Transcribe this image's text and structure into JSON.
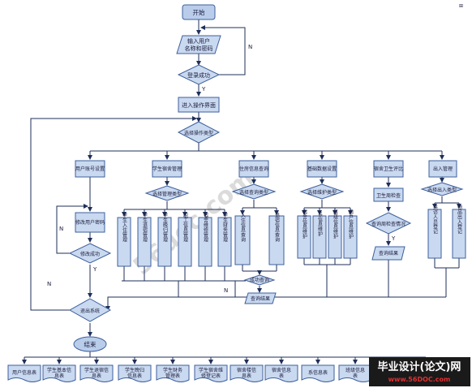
{
  "flow": {
    "start": "开始",
    "login_input": "输入用户名称和密码",
    "login_check": "登录成功",
    "enter_ui": "进入操作界面",
    "select_op": "选择操作类型",
    "modules": [
      "用户账号设置",
      "学生宿舍管理",
      "住房信息查询",
      "基础数据设置",
      "宿舍卫生评比",
      "出入管理"
    ],
    "modify_pwd": "修改用户密码",
    "modify_ok": "修改成功",
    "exit": "退出系统",
    "end": "结束",
    "select_mgmt": "选择管理类型",
    "student_subs": [
      "学生入住管理",
      "学生退宿管理",
      "学生晚归管理",
      "职工信息管理",
      "宿舍维修管理",
      "学生财务管理"
    ],
    "select_query": "选择查询类型",
    "query_subs": [
      "入住信息查询",
      "退宿信息查询"
    ],
    "query_ok": "成功查询",
    "query_result": "查询结果",
    "select_data": "选择维护类型",
    "data_subs": [
      "宿舍信息维护",
      "系信息维护",
      "班级信息维护",
      "用户信息维护"
    ],
    "hygiene_check": "卫生周检查",
    "hygiene_query": "查询周检查情况",
    "hygiene_result": "查询结果",
    "select_access": "选择出入类型",
    "access_subs": [
      "来访人员登记",
      "物品出入登记"
    ],
    "yes": "Y",
    "no": "N"
  },
  "tables": [
    "用户信息表",
    "学生基本信息表",
    "学生退宿信息表",
    "学生晚归信息表",
    "学生财务管理表",
    "学生宿舍维修登记表",
    "宿舍楼信息表",
    "宿舍信息表",
    "系信息表",
    "班级信息表"
  ],
  "watermark": "56doc.com",
  "logo": {
    "line1": "毕业设计(论文)网",
    "line2": "www.56DOC.com"
  },
  "corner_mark": "⊞"
}
